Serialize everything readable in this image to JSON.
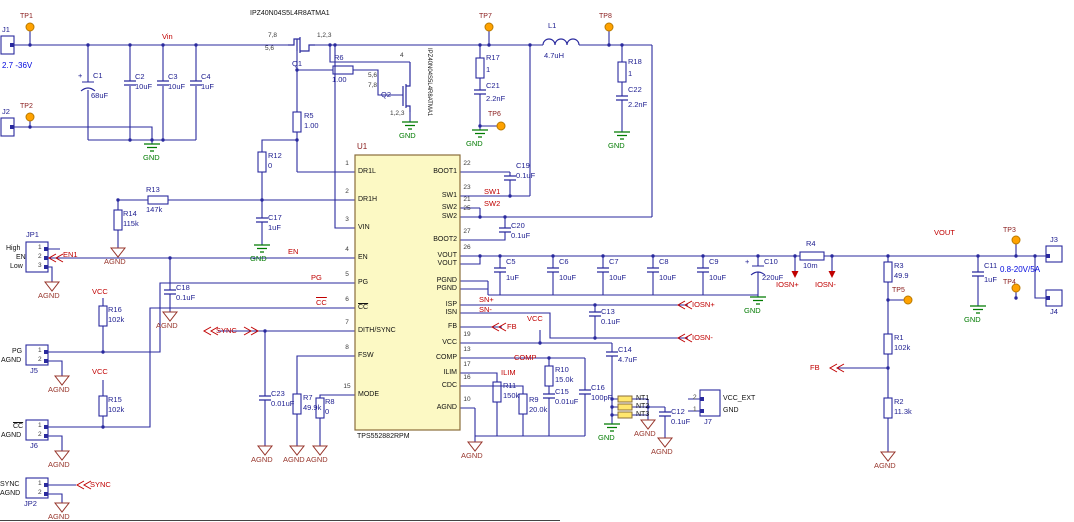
{
  "notes": {
    "input_voltage": "2.7 -36V",
    "output_voltage": "0.8-20V/5A"
  },
  "nets": {
    "vin": "Vin",
    "vout": "VOUT",
    "sw1": "SW1",
    "sw2": "SW2",
    "en": "EN",
    "en1": "EN1",
    "pg": "PG",
    "cc": "CC",
    "sync": "SYNC",
    "snp": "SN+",
    "snn": "SN-",
    "fb": "FB",
    "vcc": "VCC",
    "comp": "COMP",
    "ilim": "ILIM",
    "iosn_p": "IOSN+",
    "iosn_n": "IOSN-"
  },
  "grounds": {
    "gnd": "GND",
    "agnd": "AGND"
  },
  "test_points": {
    "tp1": "TP1",
    "tp2": "TP2",
    "tp3": "TP3",
    "tp4": "TP4",
    "tp5": "TP5",
    "tp6": "TP6",
    "tp7": "TP7",
    "tp8": "TP8"
  },
  "ic": {
    "ref": "U1",
    "part": "TPS552882RPM",
    "pins_left": [
      {
        "num": "1",
        "name": "DR1L"
      },
      {
        "num": "2",
        "name": "DR1H"
      },
      {
        "num": "3",
        "name": "VIN"
      },
      {
        "num": "4",
        "name": "EN"
      },
      {
        "num": "5",
        "name": "PG"
      },
      {
        "num": "6",
        "name": "CC",
        "bar": true
      },
      {
        "num": "7",
        "name": "DITH/SYNC"
      },
      {
        "num": "8",
        "name": "FSW"
      },
      {
        "num": "15",
        "name": "MODE"
      }
    ],
    "pins_right": [
      {
        "num": "22",
        "name": "BOOT1"
      },
      {
        "num": "23",
        "name": "SW1"
      },
      {
        "num": "21",
        "name": "SW2"
      },
      {
        "num": "25",
        "name": "SW2"
      },
      {
        "num": "27",
        "name": "BOOT2"
      },
      {
        "num": "26",
        "name": "VOUT"
      },
      {
        "num": "",
        "name": "VOUT"
      },
      {
        "num": "",
        "name": "PGND"
      },
      {
        "num": "",
        "name": "PGND"
      },
      {
        "num": "",
        "name": "ISP"
      },
      {
        "num": "",
        "name": "ISN"
      },
      {
        "num": "",
        "name": "FB"
      },
      {
        "num": "19",
        "name": "VCC"
      },
      {
        "num": "13",
        "name": "COMP"
      },
      {
        "num": "17",
        "name": "ILIM"
      },
      {
        "num": "16",
        "name": "CDC"
      },
      {
        "num": "10",
        "name": "AGND"
      }
    ]
  },
  "transistors": {
    "q1": {
      "ref": "Q1",
      "part": "IPZ40N04S5L4R8ATMA1",
      "pins_a": "7,8",
      "pins_b": "5,6",
      "pins_c": "1,2,3"
    },
    "q2": {
      "ref": "Q2",
      "part": "IPZ40N04S5L4R8ATMA1",
      "pin_top": "4",
      "pins_a": "5,6",
      "pins_b": "7,8",
      "pins_c": "1,2,3"
    }
  },
  "inductors": {
    "l1": {
      "ref": "L1",
      "value": "4.7uH"
    }
  },
  "resistors": {
    "r1": {
      "ref": "R1",
      "value": "102k"
    },
    "r2": {
      "ref": "R2",
      "value": "11.3k"
    },
    "r3": {
      "ref": "R3",
      "value": "49.9"
    },
    "r4": {
      "ref": "R4",
      "value": "10m"
    },
    "r5": {
      "ref": "R5",
      "value": "1.00"
    },
    "r6": {
      "ref": "R6",
      "value": "1.00"
    },
    "r7": {
      "ref": "R7",
      "value": "49.9k"
    },
    "r8": {
      "ref": "R8",
      "value": "0"
    },
    "r9": {
      "ref": "R9",
      "value": "20.0k"
    },
    "r10": {
      "ref": "R10",
      "value": "15.0k"
    },
    "r11": {
      "ref": "R11",
      "value": "150k"
    },
    "r12": {
      "ref": "R12",
      "value": "0"
    },
    "r13": {
      "ref": "R13",
      "value": "147k"
    },
    "r14": {
      "ref": "R14",
      "value": "115k"
    },
    "r15": {
      "ref": "R15",
      "value": "102k"
    },
    "r16": {
      "ref": "R16",
      "value": "102k"
    },
    "r17": {
      "ref": "R17",
      "value": "1"
    },
    "r18": {
      "ref": "R18",
      "value": "1"
    }
  },
  "capacitors": {
    "c1": {
      "ref": "C1",
      "value": "68uF",
      "polar": "+"
    },
    "c2": {
      "ref": "C2",
      "value": "10uF"
    },
    "c3": {
      "ref": "C3",
      "value": "10uF"
    },
    "c4": {
      "ref": "C4",
      "value": "1uF"
    },
    "c5": {
      "ref": "C5",
      "value": "1uF"
    },
    "c6": {
      "ref": "C6",
      "value": "10uF"
    },
    "c7": {
      "ref": "C7",
      "value": "10uF"
    },
    "c8": {
      "ref": "C8",
      "value": "10uF"
    },
    "c9": {
      "ref": "C9",
      "value": "10uF"
    },
    "c10": {
      "ref": "C10",
      "value": "220uF",
      "polar": "+"
    },
    "c11": {
      "ref": "C11",
      "value": "1uF"
    },
    "c12": {
      "ref": "C12",
      "value": "0.1uF"
    },
    "c13": {
      "ref": "C13",
      "value": "0.1uF"
    },
    "c14": {
      "ref": "C14",
      "value": "4.7uF"
    },
    "c15": {
      "ref": "C15",
      "value": "0.01uF"
    },
    "c16": {
      "ref": "C16",
      "value": "100pF"
    },
    "c17": {
      "ref": "C17",
      "value": "1uF"
    },
    "c18": {
      "ref": "C18",
      "value": "0.1uF"
    },
    "c19": {
      "ref": "C19",
      "value": "0.1uF"
    },
    "c20": {
      "ref": "C20",
      "value": "0.1uF"
    },
    "c21": {
      "ref": "C21",
      "value": "2.2nF"
    },
    "c22": {
      "ref": "C22",
      "value": "2.2nF"
    },
    "c23": {
      "ref": "C23",
      "value": "0.01uF"
    }
  },
  "connectors": {
    "j1": {
      "ref": "J1"
    },
    "j2": {
      "ref": "J2"
    },
    "j3": {
      "ref": "J3"
    },
    "j4": {
      "ref": "J4"
    },
    "j5": {
      "ref": "J5",
      "labels": [
        "PG",
        "AGND"
      ],
      "pins": [
        "1",
        "2"
      ]
    },
    "j6": {
      "ref": "J6",
      "labels": [
        "CC",
        "AGND"
      ],
      "pins": [
        "1",
        "2"
      ]
    },
    "j7": {
      "ref": "J7",
      "names": [
        "VCC_EXT",
        "GND"
      ],
      "pins": [
        "2",
        "1"
      ]
    },
    "jp1": {
      "ref": "JP1",
      "labels": [
        "High",
        "EN",
        "Low"
      ],
      "pins": [
        "1",
        "2",
        "3"
      ]
    },
    "jp2": {
      "ref": "JP2",
      "labels": [
        "SYNC",
        "AGND"
      ],
      "pins": [
        "1",
        "2"
      ]
    }
  },
  "net_ties": {
    "nt1": "NT1",
    "nt2": "NT2",
    "nt3": "NT3"
  },
  "colors": {
    "wire": "#2a2a9e",
    "net_label": "#c00000",
    "gnd": "#007b00",
    "agnd": "#97352b",
    "ic_fill": "#fcf9c4",
    "ic_border": "#8a6d3b",
    "testpoint": "#ffa200",
    "note": "#0008dd",
    "component_text": "#1c1c8f",
    "net_tie_fill": "#ffe76e"
  }
}
